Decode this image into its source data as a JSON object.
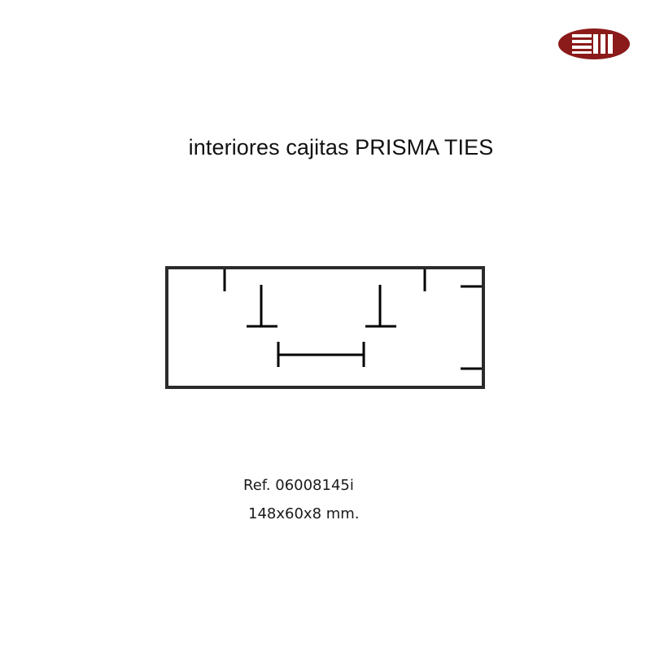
{
  "logo": {
    "icon": "brand-oval-logo-icon",
    "oval_color": "#8b1a1a",
    "mark_color": "#ffffff"
  },
  "title": "interiores cajitas PRISMA TIES",
  "diagram": {
    "description": "Insert layout with T-shaped and H-shaped separators inside rectangular frame",
    "frame_color": "#2b2b2b",
    "line_color": "#000000"
  },
  "product": {
    "ref": "Ref. 06008145i",
    "dimensions": "148x60x8 mm."
  }
}
